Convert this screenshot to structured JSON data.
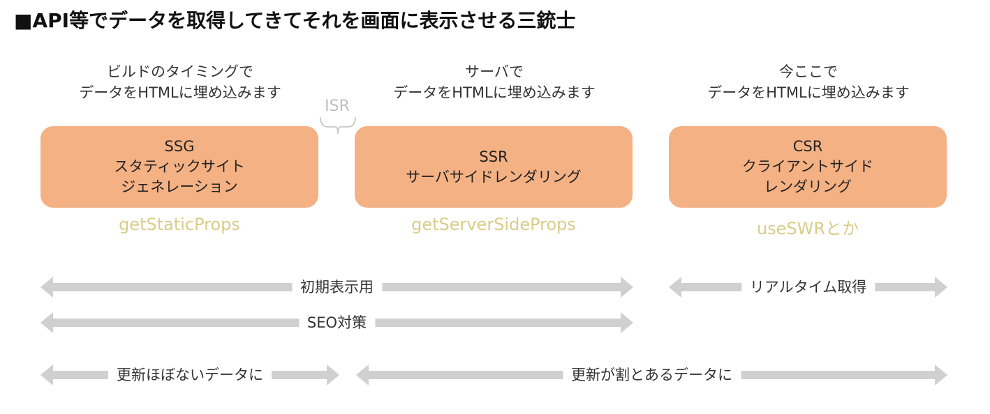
{
  "title": "■API等でデータを取得してきてそれを画面に表示させる三銃士",
  "columns": [
    {
      "desc_line1": "ビルドのタイミングで",
      "desc_line2": "データをHTMLに埋め込みます",
      "box_lines": [
        "SSG",
        "スタティックサイト",
        "ジェネレーション"
      ],
      "function": "getStaticProps"
    },
    {
      "desc_line1": "サーバで",
      "desc_line2": "データをHTMLに埋め込みます",
      "box_lines": [
        "SSR",
        "サーバサイドレンダリング"
      ],
      "function": "getServerSideProps"
    },
    {
      "desc_line1": "今ここで",
      "desc_line2": "データをHTMLに埋め込みます",
      "box_lines": [
        "CSR",
        "クライアントサイド",
        "レンダリング"
      ],
      "function": "useSWRとか"
    }
  ],
  "isr_label": "ISR",
  "arrows": {
    "initial_display": "初期表示用",
    "realtime": "リアルタイム取得",
    "seo": "SEO対策",
    "rarely_updated": "更新ほぼないデータに",
    "often_updated": "更新が割とあるデータに"
  },
  "colors": {
    "box_fill": "#f4b183",
    "function_text": "#d9cc88",
    "arrow": "#d0d0d0",
    "isr": "#bfbfbf"
  }
}
